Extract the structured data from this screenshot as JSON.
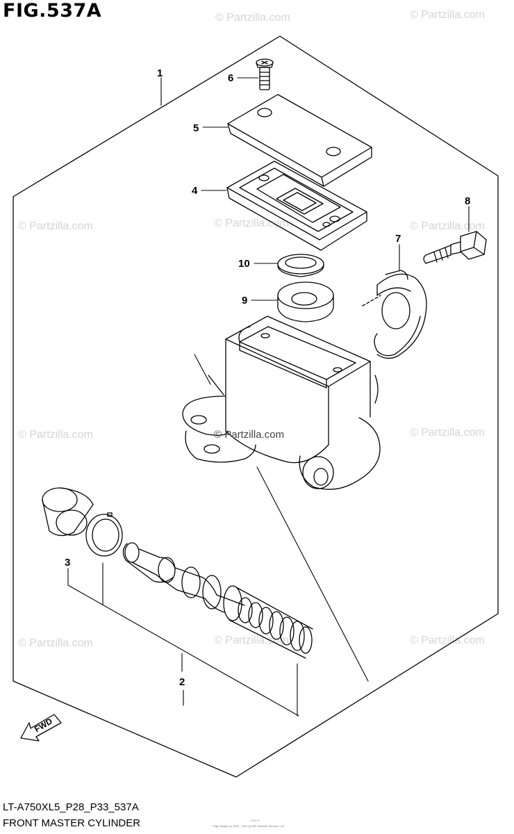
{
  "figure": {
    "title": "FIG.537A",
    "part_code": "LT-A750XL5_P28_P33_537A",
    "section_name": "FRONT MASTER CYLINDER",
    "fine_print": "Page design (c) 2004 - 2024 by ARI Network Services, Inc.",
    "fine_print_2": "©ARI·B"
  },
  "watermarks": {
    "text": "© Partzilla.com",
    "center_text": "© Partzilla.com"
  },
  "callouts": {
    "c1": "1",
    "c2": "2",
    "c3": "3",
    "c4": "4",
    "c5": "5",
    "c6": "6",
    "c7": "7",
    "c8": "8",
    "c9": "9",
    "c10": "10"
  },
  "direction_arrow": {
    "label": "FWD"
  },
  "line_color": "#000000",
  "watermark_color": "#d4d4d4"
}
